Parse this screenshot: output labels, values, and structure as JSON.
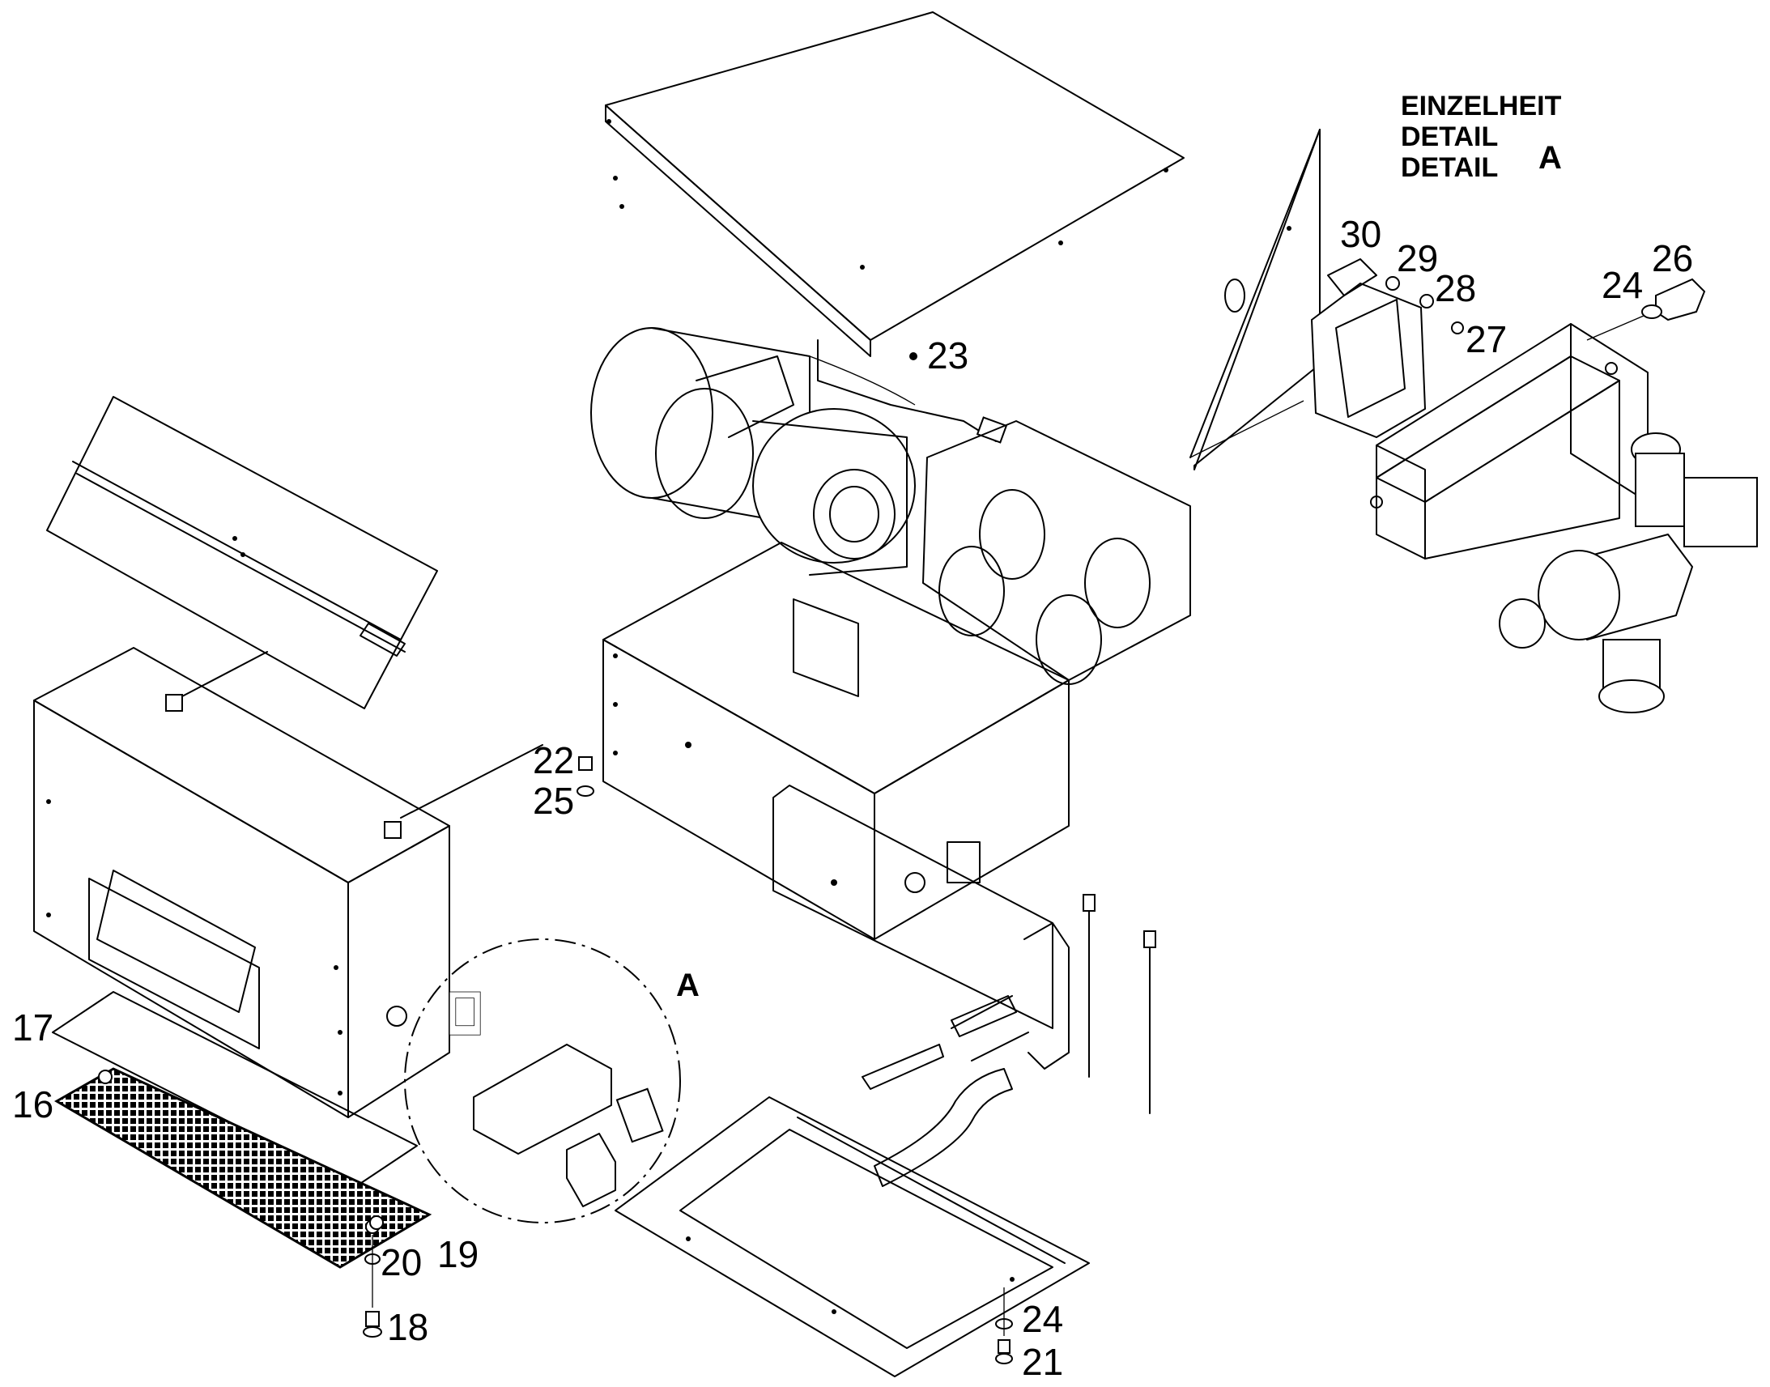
{
  "detail_heading": {
    "lines": [
      "EINZELHEIT",
      "DETAIL",
      "DETAIL"
    ],
    "letter": "A"
  },
  "detail_circle_label": "A",
  "callouts": {
    "p16": "16",
    "p17": "17",
    "p18": "18",
    "p19": "19",
    "p20": "20",
    "p21": "21",
    "p22": "22",
    "p23": "23",
    "p24_base": "24",
    "p24_detail": "24",
    "p25": "25",
    "p26": "26",
    "p27": "27",
    "p28": "28",
    "p29": "29",
    "p30": "30"
  }
}
